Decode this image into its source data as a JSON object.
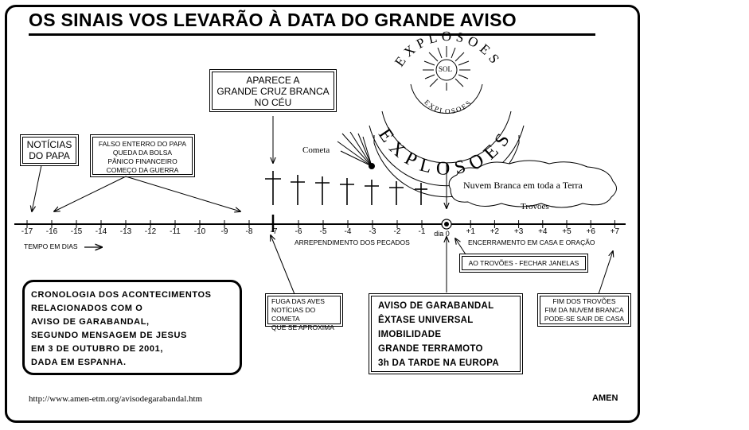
{
  "title": "OS SINAIS VOS LEVARÃO À DATA DO GRANDE AVISO",
  "timeline": {
    "ticks": [
      "-17",
      "-16",
      "-15",
      "-14",
      "-13",
      "-12",
      "-11",
      "-10",
      "-9",
      "-8",
      "-7",
      "-6",
      "-5",
      "-4",
      "-3",
      "-2",
      "-1",
      "dia 0",
      "+1",
      "+2",
      "+3",
      "+4",
      "+5",
      "+6",
      "+7"
    ],
    "days_label": "TEMPO EM DIAS",
    "repentance_label": "ARREPENDIMENTO DOS PECADOS",
    "closing_label": "ENCERRAMENTO EM CASA E ORAÇÃO"
  },
  "boxes": {
    "pope_news": [
      "NOTÍCIAS",
      "DO PAPA"
    ],
    "false_burial": [
      "FALSO ENTERRO DO PAPA",
      "QUEDA DA BOLSA",
      "PÂNICO FINANCEIRO",
      "COMEÇO DA GUERRA"
    ],
    "cross": [
      "APARECE A",
      "GRANDE CRUZ BRANCA",
      "NO CÉU"
    ],
    "birds": [
      "FUGA DAS AVES",
      "NOTÍCIAS DO COMETA",
      "QUE SE APROXIMA"
    ],
    "warning": [
      "AVISO DE GARABANDAL",
      "ÊXTASE UNIVERSAL",
      "IMOBILIDADE",
      "GRANDE TERRAMOTO",
      "3h DA TARDE NA EUROPA"
    ],
    "thunder_windows": "AO  TROVÕES - FECHAR JANELAS",
    "end_thunder": [
      "FIM DOS TROVÕES",
      "FIM DA NUVEM BRANCA",
      "PODE-SE SAIR DE CASA"
    ],
    "chronology": [
      "CRONOLOGIA DOS ACONTECIMENTOS",
      "RELACIONADOS COM O",
      "AVISO DE GARABANDAL,",
      "SEGUNDO MENSAGEM DE JESUS",
      "EM 3 DE OUTUBRO DE 2001,",
      "DADA EM ESPANHA."
    ]
  },
  "labels": {
    "comet": "Cometa",
    "sun": "SOL",
    "explosions_small": "EXPLOSOES",
    "explosions_medium": "EXPLOSOES",
    "explosions_large": "EXPLOSOES",
    "cloud": "Nuvem Branca em toda a Terra",
    "thunder": "Trovões"
  },
  "footer": {
    "url": "http://www.amen-etm.org/avisodegarabandal.htm",
    "signature": "AMEN"
  }
}
